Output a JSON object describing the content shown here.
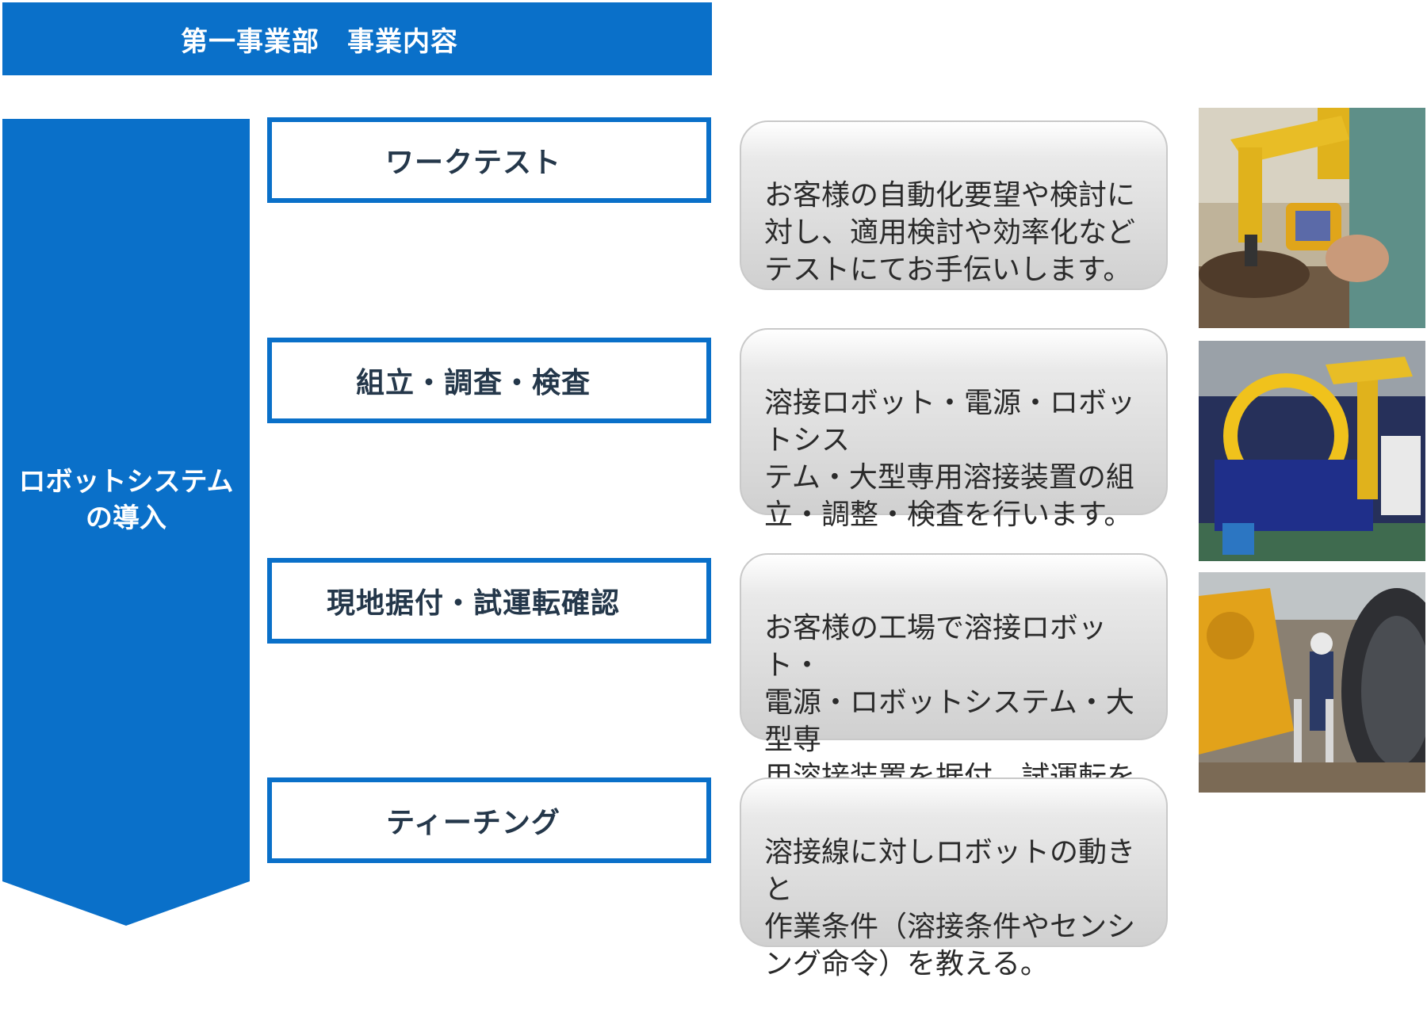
{
  "header": {
    "title": "第一事業部　事業内容"
  },
  "intro": {
    "label": "ロボットシステム\nの導入"
  },
  "steps": [
    {
      "label": "ワークテスト"
    },
    {
      "label": "組立・調査・検査"
    },
    {
      "label": "現地据付・試運転確認"
    },
    {
      "label": "ティーチング"
    }
  ],
  "descriptions": [
    {
      "text": "お客様の自動化要望や検討に\n対し、適用検討や効率化など\nテストにてお手伝いします。"
    },
    {
      "text": "溶接ロボット・電源・ロボットシス\nテム・大型専用溶接装置の組\n立・調整・検査を行います。"
    },
    {
      "text": "お客様の工場で溶接ロボット・\n電源・ロボットシステム・大型専\n用溶接装置を据付、試運転を\n行う。"
    },
    {
      "text": "溶接線に対しロボットの動きと\n作業条件（溶接条件やセンシ\nング命令）を教える。"
    }
  ],
  "colors": {
    "accent_blue": "#0a70c9",
    "step_text": "#24374a",
    "desc_text": "#2a2a2a",
    "robot_yellow": "#e0b21c"
  },
  "photos": [
    {
      "icon": "robot-arm-teach-pendant-photo"
    },
    {
      "icon": "welding-system-assembly-photo"
    },
    {
      "icon": "onsite-installation-photo"
    }
  ]
}
